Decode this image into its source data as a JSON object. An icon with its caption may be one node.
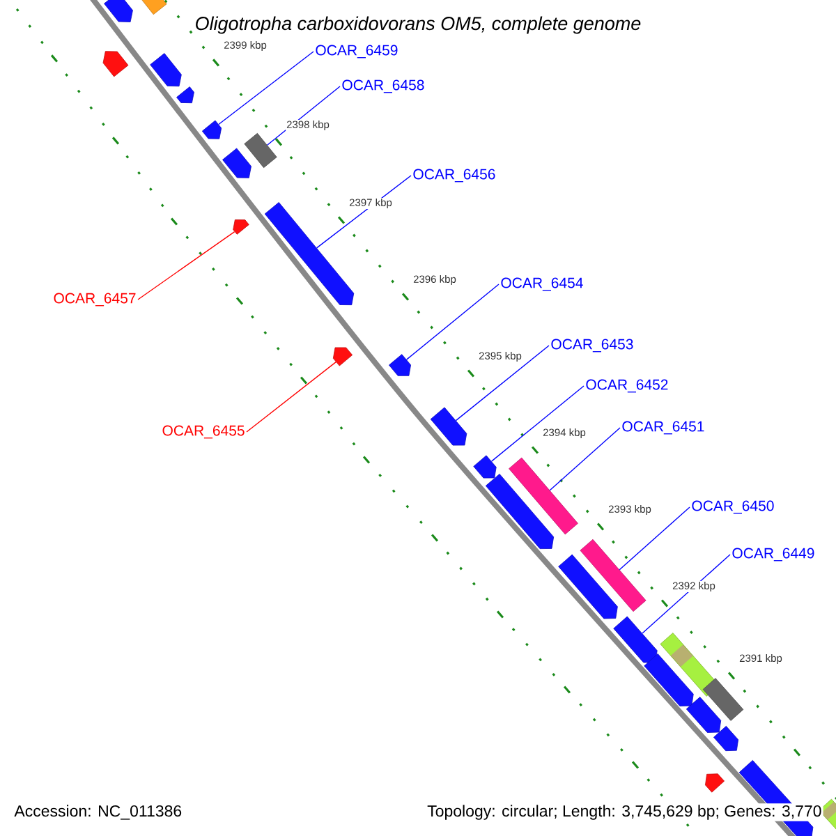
{
  "diagram": {
    "title": "Oligotropha carboxidovorans OM5, complete genome",
    "nodes": [
      {
        "text": [
          "OCAR_6459"
        ]
      },
      {
        "text": [
          "OCAR_6458"
        ]
      },
      {
        "text": [
          "OCAR_6456"
        ]
      },
      {
        "text": [
          "OCAR_6457"
        ]
      },
      {
        "text": [
          "OCAR_6454"
        ]
      },
      {
        "text": [
          "OCAR_6453"
        ]
      },
      {
        "text": [
          "OCAR_6452"
        ]
      },
      {
        "text": [
          "OCAR_6451"
        ]
      },
      {
        "text": [
          "OCAR_6455"
        ]
      },
      {
        "text": [
          "OCAR_6450"
        ]
      },
      {
        "text": [
          "OCAR_6449"
        ]
      },
      {
        "text": [],
        "shape": "pentagon"
      },
      {
        "text": [],
        "shape": "bar"
      },
      {
        "text": [],
        "shape": "pentagon"
      },
      {
        "text": [],
        "shape": "pentagon"
      },
      {
        "text": [],
        "shape": "pentagon"
      },
      {
        "text": [],
        "shape": "pentagon"
      },
      {
        "text": [],
        "shape": "pentagon"
      },
      {
        "text": [],
        "shape": "bar"
      },
      {
        "text": [],
        "shape": "pentagon"
      },
      {
        "text": [],
        "shape": "pentagon"
      },
      {
        "text": [],
        "shape": "pentagon"
      },
      {
        "text": [],
        "shape": "pentagon"
      },
      {
        "text": [],
        "shape": "pentagon"
      },
      {
        "text": [],
        "shape": "pentagon"
      },
      {
        "text": [],
        "shape": "bar"
      },
      {
        "text": [],
        "shape": "pentagon"
      },
      {
        "text": [],
        "shape": "bar"
      },
      {
        "text": [],
        "shape": "pentagon"
      },
      {
        "text": [],
        "shape": "pentagon"
      },
      {
        "text": [],
        "shape": "bar"
      },
      {
        "text": [],
        "shape": "pentagon"
      },
      {
        "text": [],
        "shape": "bar"
      },
      {
        "text": [],
        "shape": "pentagon"
      },
      {
        "text": [],
        "shape": "pentagon"
      },
      {
        "text": [],
        "shape": "pentagon"
      },
      {
        "text": [],
        "shape": "pentagon"
      },
      {
        "text": [],
        "shape": "bar"
      }
    ],
    "edges": [
      {
        "from": 0,
        "to": 16,
        "arrow": "none"
      },
      {
        "from": 1,
        "to": 18,
        "arrow": "none"
      },
      {
        "from": 2,
        "to": 20,
        "arrow": "none"
      },
      {
        "from": 3,
        "to": 19,
        "arrow": "none",
        "color": "#ff0000"
      },
      {
        "from": 4,
        "to": 22,
        "arrow": "none"
      },
      {
        "from": 5,
        "to": 23,
        "arrow": "none"
      },
      {
        "from": 6,
        "to": 24,
        "arrow": "none"
      },
      {
        "from": 7,
        "to": 25,
        "arrow": "none"
      },
      {
        "from": 8,
        "to": 21,
        "arrow": "none",
        "color": "#ff0000"
      },
      {
        "from": 9,
        "to": 27,
        "arrow": "none"
      },
      {
        "from": 10,
        "to": 29,
        "arrow": "none"
      }
    ],
    "labels": [
      "2399 kbp",
      "2398 kbp",
      "2397 kbp",
      "2396 kbp",
      "2395 kbp",
      "2394 kbp",
      "2393 kbp",
      "2392 kbp",
      "2391 kbp",
      "Accession: NC_011386",
      "Topology: circular; Length: 3,745,629 bp; Genes: 3,770"
    ]
  }
}
